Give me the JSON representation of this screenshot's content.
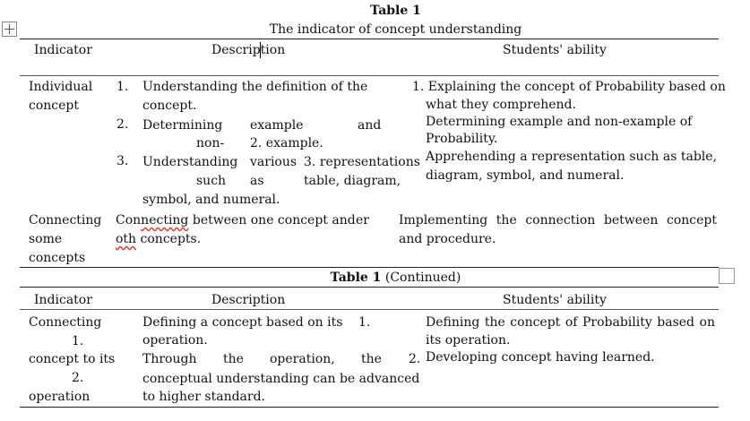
{
  "table1": {
    "title": "Table 1",
    "caption": "The indicator of concept understanding",
    "headers": {
      "indicator": "Indicator",
      "description": "Description",
      "ability": "Students' ability"
    },
    "row1": {
      "indicator_line1": "Individual",
      "indicator_line2": "concept",
      "desc": [
        {
          "num": "1.",
          "line1": "Understanding the definition of the",
          "line2": "concept."
        },
        {
          "num": "2.",
          "line1a": "Determining",
          "line1b": "example",
          "line1c": "and",
          "line2a": "non-",
          "line2b": "2. example."
        },
        {
          "num": "3.",
          "line1a": "Understanding",
          "line1b": "various",
          "line1c": "3. representations",
          "line2a": "such",
          "line2b": "as",
          "line2c": "table, diagram,",
          "line3": "symbol, and numeral."
        }
      ],
      "ability_line1": "1. Explaining the concept of Probability based on",
      "ability_line2": "what they comprehend.",
      "ability_line3": "Determining example and non-example of",
      "ability_line4": "Probability.",
      "ability_line5": "Apprehending a representation such as table,",
      "ability_line6": "diagram, symbol, and numeral."
    },
    "row2": {
      "indicator_line1": "Connecting",
      "indicator_line2": "some",
      "indicator_line3": "concepts",
      "desc_line1a": "Con",
      "desc_line1b": "necting",
      "desc_line1c": " between one concept and",
      "desc_line1d": "er",
      "desc_line2a": "oth",
      "desc_line2b": " concepts.",
      "ability_line1": "Implementing the connection between concept",
      "ability_line2": "and procedure."
    }
  },
  "table1_cont": {
    "title_bold": "Table 1",
    "title_rest": "(Continued)",
    "headers": {
      "indicator": "Indicator",
      "description": "Description",
      "ability": "Students' ability"
    },
    "row1": {
      "ind_line1": "Connecting",
      "ind_line2": "1.",
      "ind_line3": "concept to its",
      "ind_line4": "2.",
      "ind_line5": "operation",
      "desc_line1": "Defining a concept based on its",
      "desc_line1_num": "1.",
      "desc_line2": "operation.",
      "desc_line3a": "Through",
      "desc_line3b": "the",
      "desc_line3c": "operation,",
      "desc_line3d": "the",
      "desc_line3_num": "2.",
      "desc_line4": "conceptual understanding can be advanced",
      "desc_line5": "to higher standard.",
      "ability_line1": "Defining the concept of Probability based on",
      "ability_line2": "its operation.",
      "ability_line3": "Developing concept having learned."
    }
  }
}
